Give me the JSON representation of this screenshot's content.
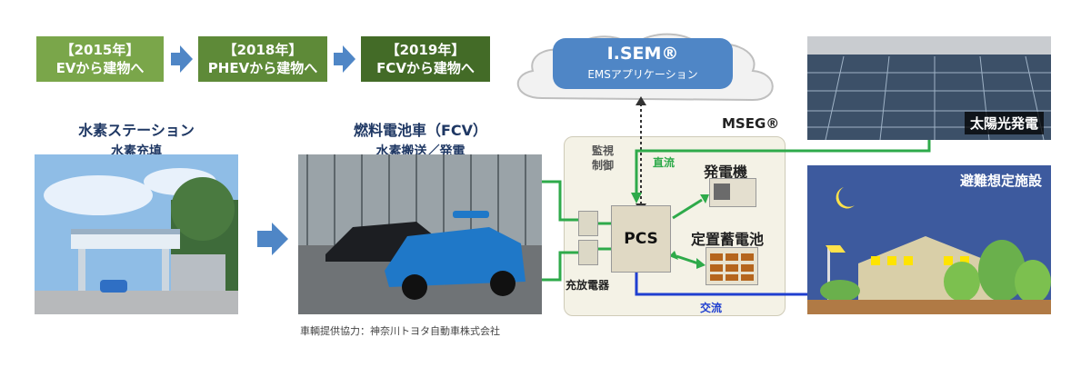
{
  "stages": [
    {
      "year": "【2015年】",
      "label": "EVから建物へ",
      "color": "#7aa64a"
    },
    {
      "year": "【2018年】",
      "label": "PHEVから建物へ",
      "color": "#5e8a38"
    },
    {
      "year": "【2019年】",
      "label": "FCVから建物へ",
      "color": "#436b27"
    }
  ],
  "cloud": {
    "title": "I.SEM®",
    "subtitle": "EMSアプリケーション"
  },
  "station": {
    "title": "水素ステーション",
    "subtitle": "水素充填"
  },
  "fcv": {
    "title": "燃料電池車（FCV）",
    "subtitle": "水素搬送／発電",
    "credit": "車輌提供協力：神奈川トヨタ自動車株式会社"
  },
  "mseg": {
    "title": "MSEG®",
    "monitor": "監視",
    "control": "制御",
    "dc": "直流",
    "ac": "交流",
    "pcs": "PCS",
    "generator": "発電機",
    "battery": "定置蓄電池",
    "charger": "充放電器"
  },
  "solar": {
    "label": "太陽光発電"
  },
  "shelter": {
    "label": "避難想定施設"
  },
  "colors": {
    "green_line": "#2eaa4a",
    "blue_line": "#1f3fd0",
    "arrow_blue": "#4f86c6"
  }
}
